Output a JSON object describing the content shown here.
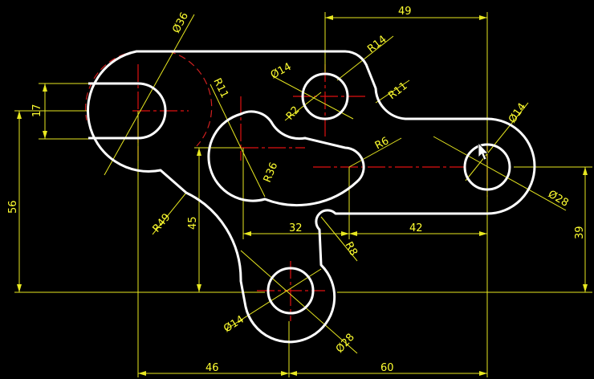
{
  "drawing": {
    "dimensions": {
      "d49": "49",
      "dia36": "Ø36",
      "r14": "R14",
      "dia14_top": "Ø14",
      "r11_right": "R11",
      "r11_left": "R11",
      "r2": "R2",
      "d17": "17",
      "r6": "R6",
      "dia14_right": "Ø14",
      "r36": "R36",
      "dia28_right": "Ø28",
      "d56": "56",
      "r49": "R49",
      "d45": "45",
      "d32": "32",
      "d42": "42",
      "d39": "39",
      "r8": "R8",
      "dia14_bottom": "Ø14",
      "dia28_bottom": "Ø28",
      "d46": "46",
      "d60": "60"
    },
    "colors": {
      "background": "#000000",
      "outline": "#ffffff",
      "dimension": "#e8e820",
      "centerline": "#e01010"
    }
  }
}
